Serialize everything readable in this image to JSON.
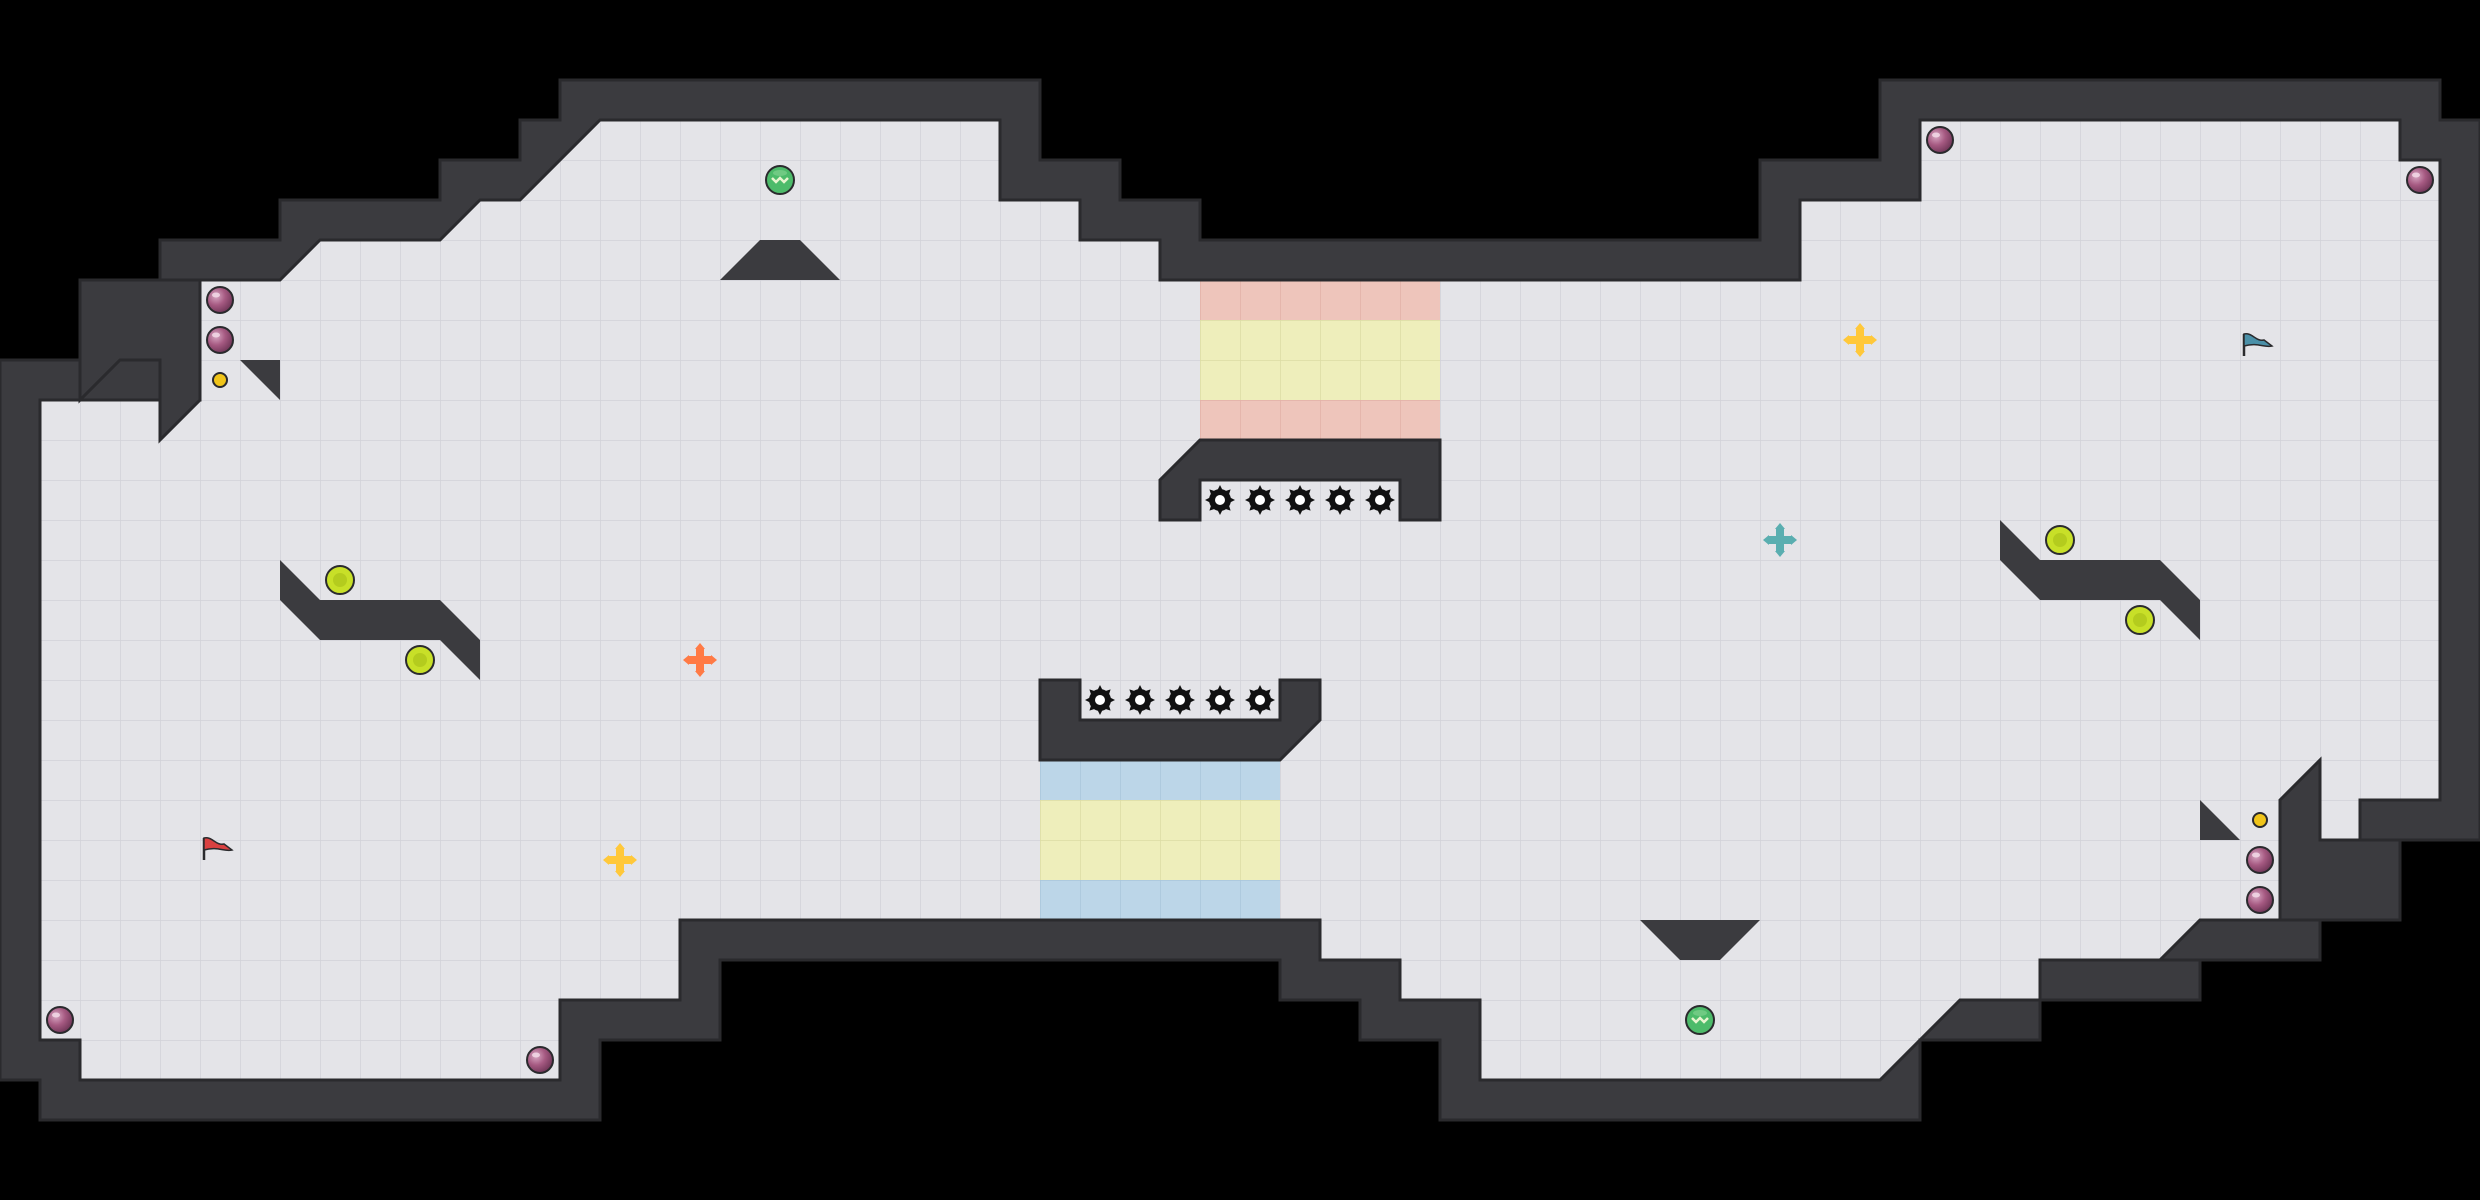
{
  "level": {
    "grid_cell": 40,
    "colors": {
      "background": "#000000",
      "floor": "#e4e4e8",
      "grid_line": "#d2d2d8",
      "wall": "#3b3b3f",
      "zone_red": "#eec5bb",
      "zone_yellow": "#eeeebb",
      "zone_blue": "#bcd6e8",
      "orb": "#a65a82",
      "coin": "#f0c419",
      "green_ball": "#c8e028",
      "striped_ball": "#4dbb6a",
      "spike": "#111111",
      "red_flag": "#d94040",
      "teal_flag": "#4a90a8",
      "plus_orange": "#ff7a45",
      "plus_yellow": "#ffc83a",
      "plus_teal": "#5aaeb0"
    }
  },
  "entities": {
    "spawn_flags": [
      {
        "name": "red-team-flag",
        "icon": "flag-icon",
        "color": "#d94040"
      },
      {
        "name": "teal-team-flag",
        "icon": "flag-icon",
        "color": "#4a90a8"
      }
    ],
    "powerups": [
      {
        "name": "orange-plus",
        "icon": "plus-icon",
        "color": "#ff7a45"
      },
      {
        "name": "yellow-plus-left",
        "icon": "plus-icon",
        "color": "#ffc83a"
      },
      {
        "name": "yellow-plus-right",
        "icon": "plus-icon",
        "color": "#ffc83a"
      },
      {
        "name": "teal-plus",
        "icon": "plus-icon",
        "color": "#5aaeb0"
      }
    ],
    "spike_rows": [
      {
        "name": "upper-spikes",
        "count": 5
      },
      {
        "name": "lower-spikes",
        "count": 5
      }
    ]
  }
}
